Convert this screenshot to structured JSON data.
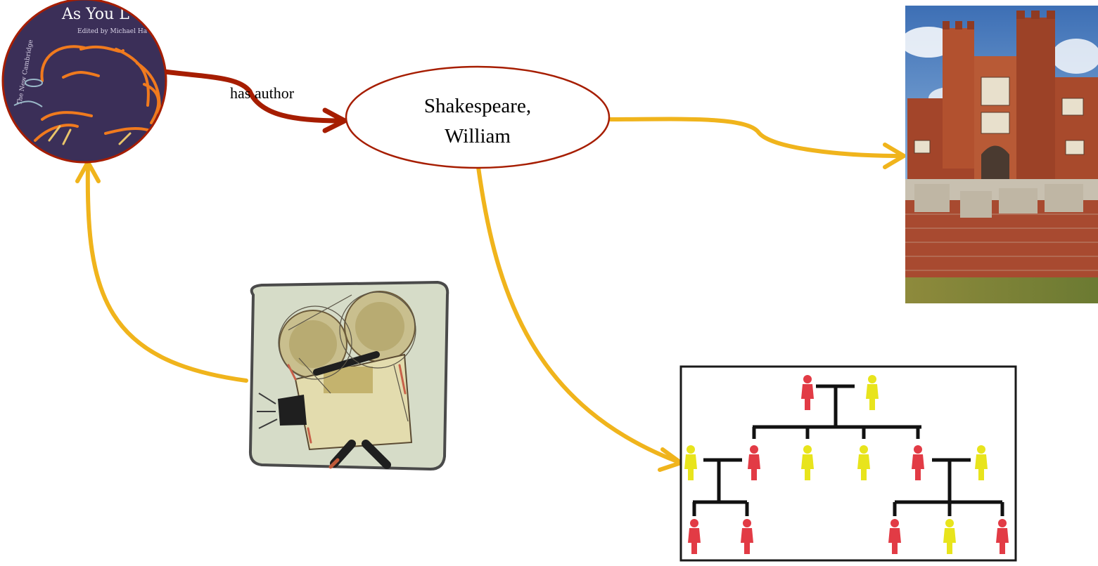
{
  "diagram": {
    "nodes": {
      "book_cover": {
        "title_text": "As You L",
        "editor_text": "Edited by Michael Ha",
        "series_text": "The New Cambridge"
      },
      "author": {
        "name_line1": "Shakespeare,",
        "name_line2": "William"
      }
    },
    "edges": {
      "has_author": {
        "label": "has author"
      }
    },
    "icons": {
      "book_cover": "book-cover-portrait-icon",
      "film_camera": "film-camera-icon",
      "palace": "palace-photo-icon",
      "family_tree": "family-tree-icon"
    },
    "colors": {
      "has_author_edge": "#a61d00",
      "other_edges": "#f0b41c",
      "author_ellipse_stroke": "#a61d00",
      "cover_background": "#3b2f58",
      "cover_sketch": "#f07a1e",
      "tree_person_red": "#e23b45",
      "tree_person_yellow": "#e8e41c",
      "camera_background": "#d6dcc8"
    }
  }
}
